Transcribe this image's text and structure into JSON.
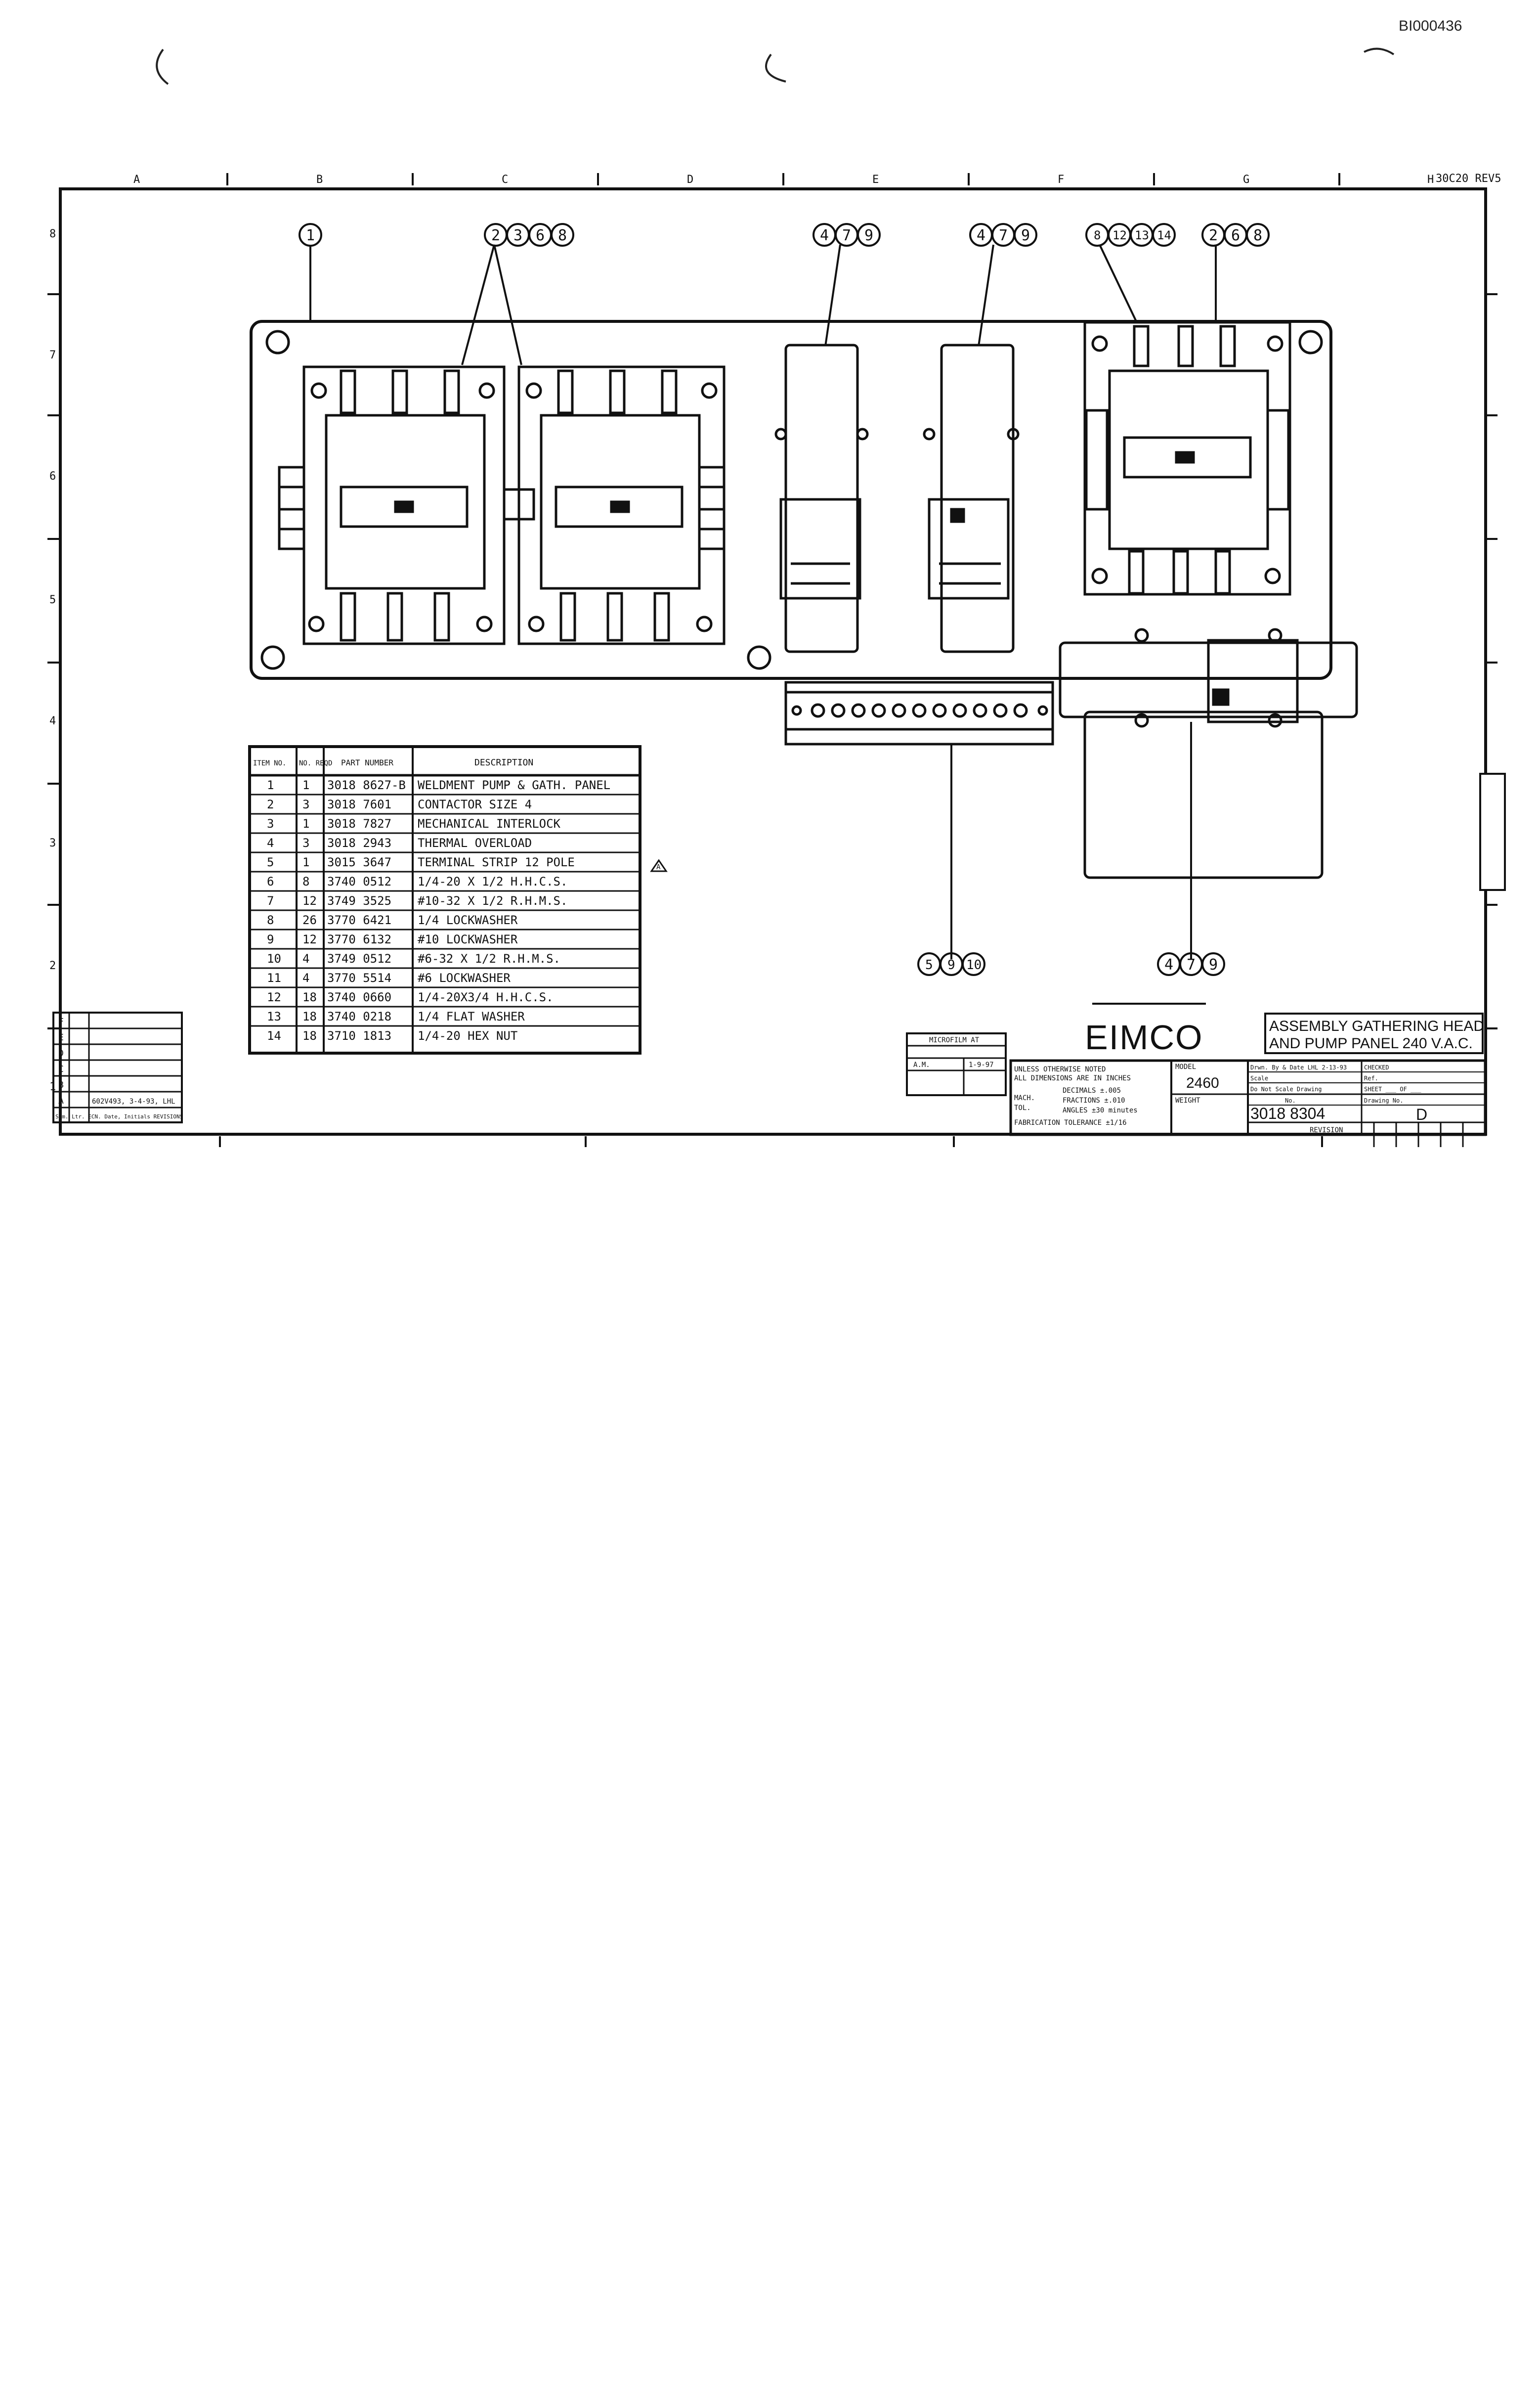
{
  "doc_id": "BI000436",
  "sheet_ref": "30C20 REV5",
  "col_letters": [
    "A",
    "B",
    "C",
    "D",
    "E",
    "F",
    "G",
    "H"
  ],
  "row_numbers": [
    "8",
    "7",
    "6",
    "5",
    "4",
    "3",
    "2",
    "1"
  ],
  "callouts": {
    "c1": [
      "1"
    ],
    "c2": [
      "2",
      "3",
      "6",
      "8"
    ],
    "c3": [
      "4",
      "7",
      "9"
    ],
    "c4": [
      "4",
      "7",
      "9"
    ],
    "c5": [
      "8",
      "12",
      "13",
      "14"
    ],
    "c6": [
      "2",
      "6",
      "8"
    ],
    "c7": [
      "5",
      "9",
      "10"
    ],
    "c8": [
      "4",
      "7",
      "9"
    ]
  },
  "bom": {
    "headers": [
      "ITEM NO.",
      "NO. REQD",
      "PART NUMBER",
      "DESCRIPTION"
    ],
    "rows": [
      {
        "item": "1",
        "qty": "1",
        "part": "3018 8627-B",
        "desc": "WELDMENT PUMP & GATH. PANEL"
      },
      {
        "item": "2",
        "qty": "3",
        "part": "3018 7601",
        "desc": "CONTACTOR SIZE 4"
      },
      {
        "item": "3",
        "qty": "1",
        "part": "3018 7827",
        "desc": "MECHANICAL INTERLOCK"
      },
      {
        "item": "4",
        "qty": "3",
        "part": "3018 2943",
        "desc": "THERMAL OVERLOAD"
      },
      {
        "item": "5",
        "qty": "1",
        "part": "3015 3647",
        "desc": "TERMINAL STRIP 12 POLE"
      },
      {
        "item": "6",
        "qty": "8",
        "part": "3740 0512",
        "desc": "1/4-20 X 1/2 H.H.C.S."
      },
      {
        "item": "7",
        "qty": "12",
        "part": "3749 3525",
        "desc": "#10-32 X 1/2 R.H.M.S."
      },
      {
        "item": "8",
        "qty": "26",
        "part": "3770 6421",
        "desc": "1/4 LOCKWASHER"
      },
      {
        "item": "9",
        "qty": "12",
        "part": "3770 6132",
        "desc": "#10 LOCKWASHER"
      },
      {
        "item": "10",
        "qty": "4",
        "part": "3749 0512",
        "desc": "#6-32 X 1/2 R.H.M.S."
      },
      {
        "item": "11",
        "qty": "4",
        "part": "3770 5514",
        "desc": "#6 LOCKWASHER"
      },
      {
        "item": "12",
        "qty": "18",
        "part": "3740 0660",
        "desc": "1/4-20X3/4 H.H.C.S."
      },
      {
        "item": "13",
        "qty": "18",
        "part": "3740 0218",
        "desc": "1/4 FLAT WASHER"
      },
      {
        "item": "14",
        "qty": "18",
        "part": "3710 1813",
        "desc": "1/4-20 HEX NUT"
      }
    ]
  },
  "revision_block": {
    "letters": [
      "F",
      "E",
      "D",
      "C",
      "B",
      "A"
    ],
    "entry_a": "602V493, 3-4-93, LHL",
    "legend": "Sym. Ltr. ECN. Date, Initials REVISIONS"
  },
  "microfilm": {
    "label": "MICROFILM AT",
    "row1": "A.M.",
    "row1_val": "1-9-97"
  },
  "tolerance": {
    "line1": "UNLESS OTHERWISE NOTED",
    "line2": "ALL DIMENSIONS ARE IN INCHES",
    "mach": "MACH.",
    "tol": "TOL.",
    "dec": "DECIMALS ±.005",
    "frac": "FRACTIONS ±.010",
    "ang": "ANGLES ±30 minutes",
    "fab": "FABRICATION TOLERANCE ±1/16"
  },
  "title_block": {
    "company": "EIMCO",
    "title_line1": "ASSEMBLY GATHERING HEAD",
    "title_line2": "AND PUMP PANEL 240 V.A.C.",
    "model_label": "MODEL",
    "model": "2460",
    "weight_label": "WEIGHT",
    "drawn": "Drwn. By & Date LHL 2-13-93",
    "checked_label": "CHECKED",
    "scale_label": "Scale",
    "ref_label": "Ref.",
    "do_not_scale": "Do Not Scale Drawing",
    "sheet": "SHEET ___ OF ___",
    "no_label": "No.",
    "number": "3018 8304",
    "drawing_no_label": "Drawing No.",
    "drawing_no": "D",
    "revision_label": "REVISION"
  },
  "colors": {
    "ink": "#111111",
    "paper": "#ffffff"
  }
}
